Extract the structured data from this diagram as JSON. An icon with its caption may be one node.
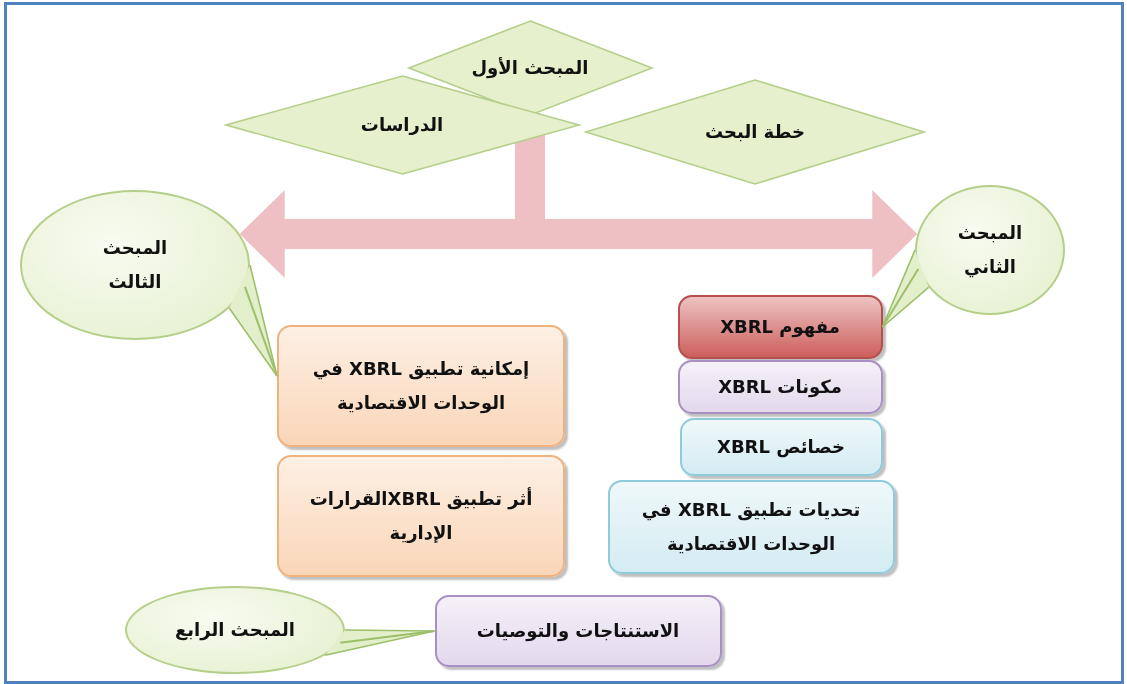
{
  "diagram": {
    "nodes": [
      {
        "text": [
          "المبحث الأول"
        ]
      },
      {
        "text": [
          "الدراسات"
        ]
      },
      {
        "text": [
          "خطة البحث"
        ]
      },
      {
        "text": [
          "المبحث الثالث"
        ]
      },
      {
        "text": [
          "المبحث الثاني"
        ]
      },
      {
        "text": [
          "مفهوم XBRL"
        ]
      },
      {
        "text": [
          "مكونات XBRL"
        ]
      },
      {
        "text": [
          "خصائص XBRL"
        ]
      },
      {
        "text": [
          "تحديات تطبيق XBRL في الوحدات الاقتصادية"
        ]
      },
      {
        "text": [
          "إمكانية تطبيق XBRL في الوحدات الاقتصادية"
        ]
      },
      {
        "text": [
          "أثر تطبيق XBRLالقرارات الإدارية"
        ]
      },
      {
        "text": [
          "المبحث الرابع"
        ]
      },
      {
        "text": [
          "الاستنتاجات والتوصيات"
        ]
      }
    ],
    "edges": [
      {
        "from": 0,
        "to": 3,
        "arrow": "to",
        "style": "thick"
      },
      {
        "from": 0,
        "to": 4,
        "arrow": "to",
        "style": "thick"
      },
      {
        "from": 4,
        "to": 5,
        "arrow": "none"
      },
      {
        "from": 3,
        "to": 9,
        "arrow": "none"
      },
      {
        "from": 11,
        "to": 12,
        "arrow": "none"
      }
    ]
  }
}
